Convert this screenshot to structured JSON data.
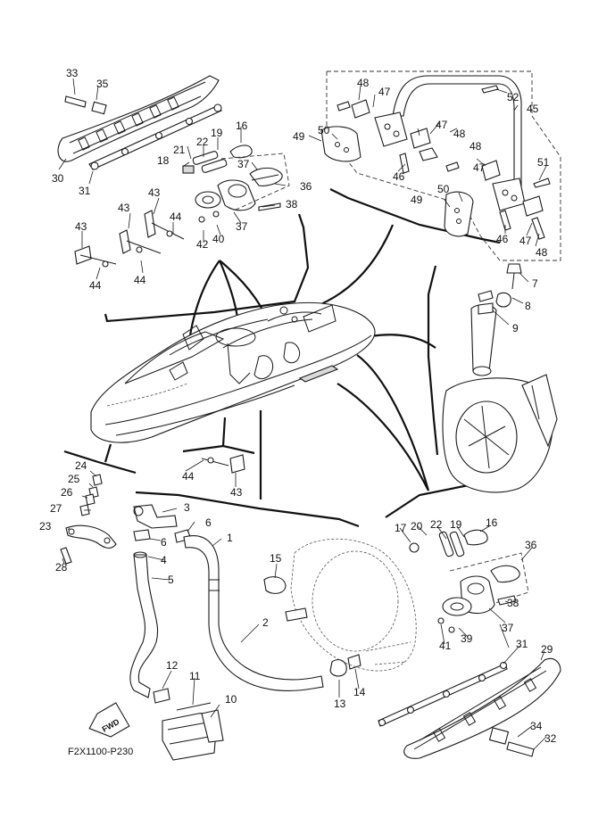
{
  "diagram": {
    "caption": "F2X1100-P230",
    "fwd_label": "FWD",
    "callouts": {
      "n1": "1",
      "n2": "2",
      "n3": "3",
      "n4": "4",
      "n5": "5",
      "n6a": "6",
      "n6b": "6",
      "n7": "7",
      "n8": "8",
      "n9": "9",
      "n10": "10",
      "n11": "11",
      "n12": "12",
      "n13": "13",
      "n14": "14",
      "n15": "15",
      "n16a": "16",
      "n16b": "16",
      "n17": "17",
      "n18": "18",
      "n19a": "19",
      "n19b": "19",
      "n20": "20",
      "n21": "21",
      "n22a": "22",
      "n22b": "22",
      "n23": "23",
      "n24": "24",
      "n25": "25",
      "n26": "26",
      "n27": "27",
      "n28": "28",
      "n29": "29",
      "n30": "30",
      "n31a": "31",
      "n31b": "31",
      "n32": "32",
      "n33": "33",
      "n34": "34",
      "n35": "35",
      "n36a": "36",
      "n36b": "36",
      "n37a": "37",
      "n37b": "37",
      "n38a": "38",
      "n38b": "38",
      "n39": "39",
      "n40": "40",
      "n41": "41",
      "n42": "42",
      "n43a": "43",
      "n43b": "43",
      "n43c": "43",
      "n44a": "44",
      "n44b": "44",
      "n44c": "44",
      "n44d": "44",
      "n45": "45",
      "n46a": "46",
      "n46b": "46",
      "n47a": "47",
      "n47b": "47",
      "n47c": "47",
      "n47d": "47",
      "n48a": "48",
      "n48b": "48",
      "n48c": "48",
      "n48d": "48",
      "n49a": "49",
      "n49b": "49",
      "n50a": "50",
      "n50b": "50",
      "n51": "51",
      "n52": "52"
    }
  }
}
